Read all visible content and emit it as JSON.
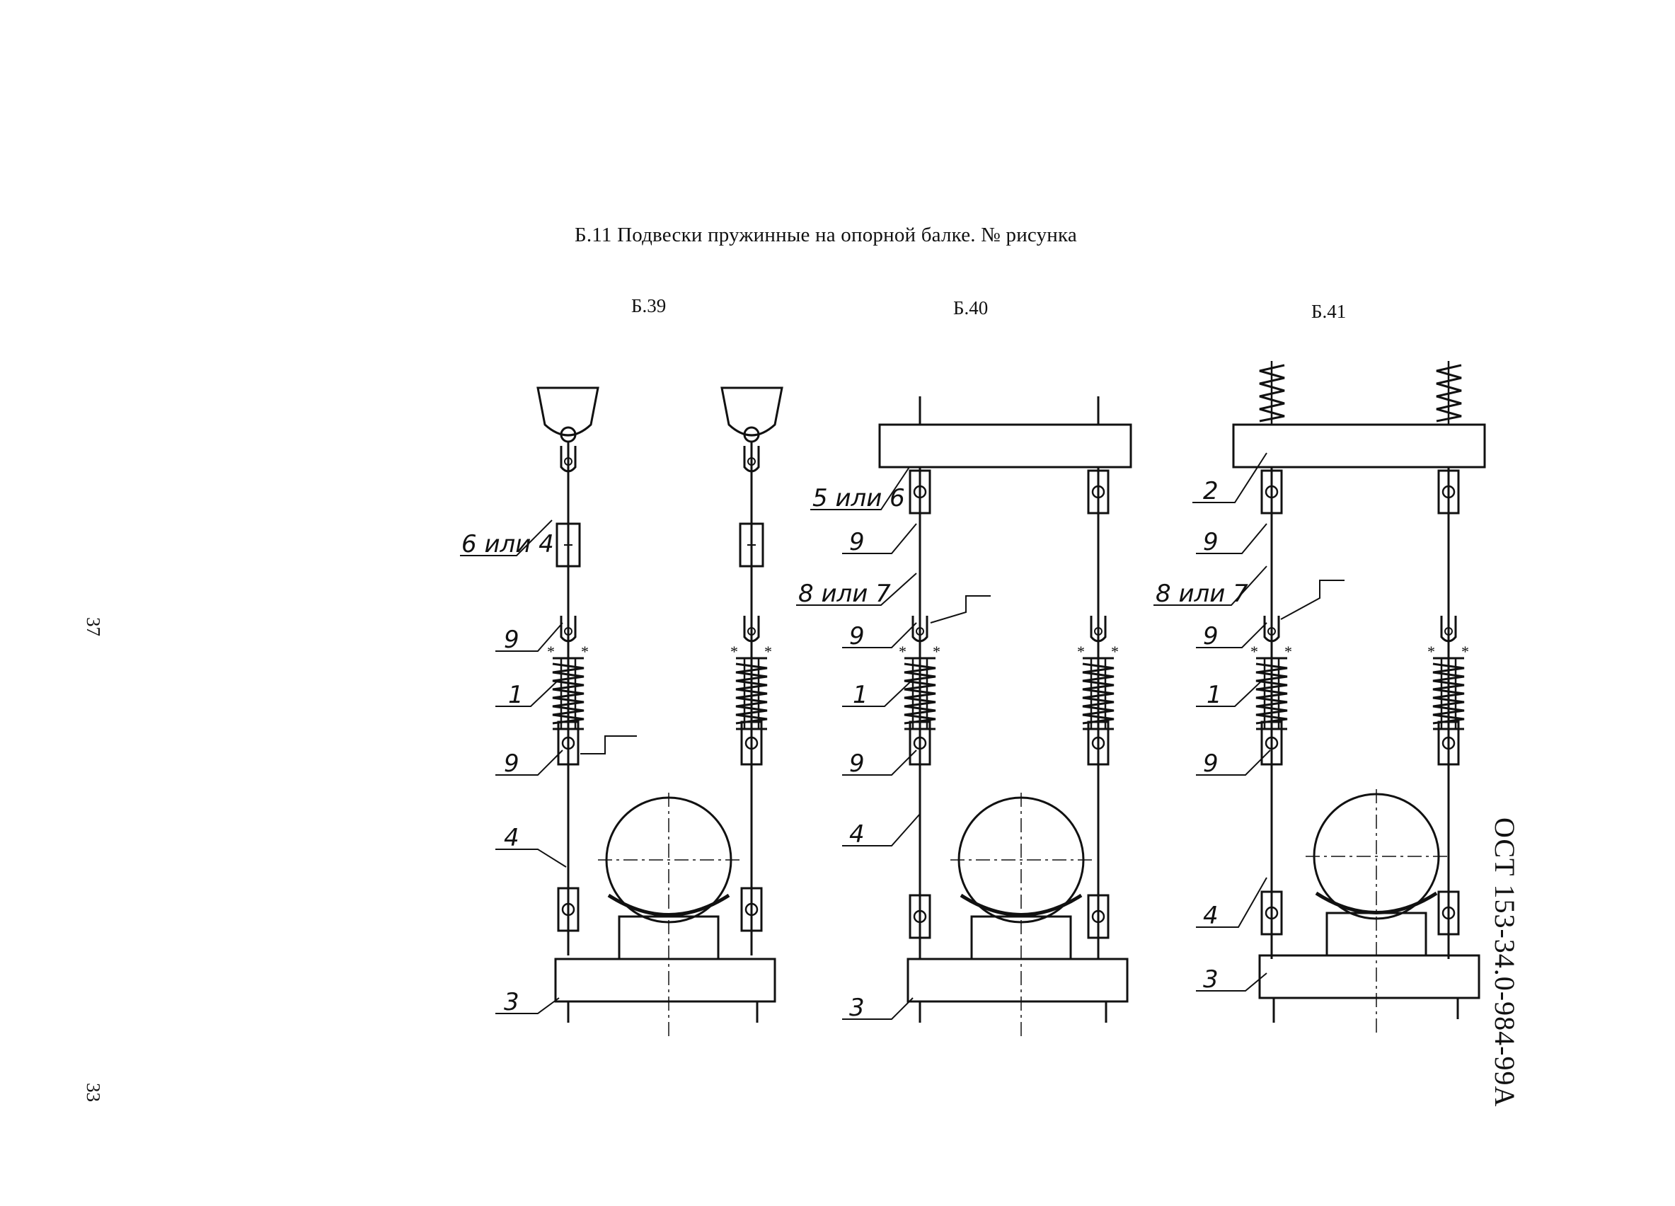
{
  "heading": "Б.11 Подвески пружинные на опорной балке. № рисунка",
  "figures": [
    {
      "id": "Б.39",
      "callouts": [
        "6 или 4",
        "9",
        "1",
        "9",
        "4",
        "3"
      ]
    },
    {
      "id": "Б.40",
      "callouts": [
        "5 или 6",
        "9",
        "8 или 7",
        "9",
        "1",
        "9",
        "4",
        "3"
      ]
    },
    {
      "id": "Б.41",
      "callouts": [
        "2",
        "9",
        "8 или 7",
        "9",
        "1",
        "9",
        "4",
        "3"
      ]
    }
  ],
  "side_page_numbers": [
    "37",
    "33"
  ],
  "standard_code": "ОСТ 153-34.0-984-99А"
}
